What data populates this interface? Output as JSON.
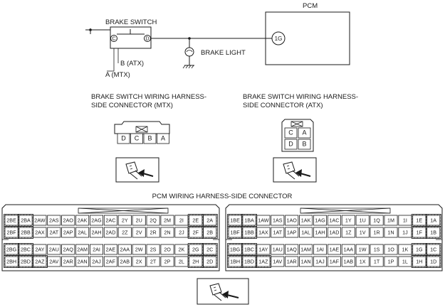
{
  "schematic": {
    "brake_switch_label": "BRAKE SWITCH",
    "pcm_label": "PCM",
    "pcm_terminal": "1G",
    "brake_light_label": "BRAKE LIGHT",
    "terminal_b_label": "B (ATX)",
    "terminal_a_label": "A (MTX)",
    "terminal_c": "C",
    "terminal_d": "D"
  },
  "mtx_connector": {
    "title_line1": "BRAKE SWITCH WIRING HARNESS-",
    "title_line2": "SIDE CONNECTOR (MTX)",
    "pins": [
      "D",
      "C",
      "B",
      "A"
    ]
  },
  "atx_connector": {
    "title_line1": "BRAKE SWITCH WIRING HARNESS-",
    "title_line2": "SIDE CONNECTOR (ATX)",
    "rows": [
      [
        "C",
        "A"
      ],
      [
        "D",
        "B"
      ]
    ]
  },
  "pcm_connector": {
    "title": "PCM WIRING HARNESS-SIDE CONNECTOR",
    "left_top_rows": [
      [
        "2BE",
        "2BA",
        "2AW",
        "2AS",
        "2AO",
        "2AK",
        "2AG",
        "2AC",
        "2Y",
        "2U",
        "2Q",
        "2M",
        "2I",
        "2E",
        "2A"
      ],
      [
        "2BF",
        "2BB",
        "2AX",
        "2AT",
        "2AP",
        "2AL",
        "2AH",
        "2AD",
        "2Z",
        "2V",
        "2R",
        "2N",
        "2J",
        "2F",
        "2B"
      ]
    ],
    "left_bottom_rows": [
      [
        "2BG",
        "2BC",
        "2AY",
        "2AU",
        "2AQ",
        "2AM",
        "2AI",
        "2AE",
        "2AA",
        "2W",
        "2S",
        "2O",
        "2K",
        "2G",
        "2C"
      ],
      [
        "2BH",
        "2BD",
        "2AZ",
        "2AV",
        "2AR",
        "2AN",
        "2AJ",
        "2AF",
        "2AB",
        "2X",
        "2T",
        "2P",
        "2L",
        "2H",
        "2D"
      ]
    ],
    "right_top_rows": [
      [
        "1BE",
        "1BA",
        "1AW",
        "1AS",
        "1AO",
        "1AK",
        "1AG",
        "1AC",
        "1Y",
        "1U",
        "1Q",
        "1M",
        "1I",
        "1E",
        "1A"
      ],
      [
        "1BF",
        "1BB",
        "1AX",
        "1AT",
        "1AP",
        "1AL",
        "1AH",
        "1AD",
        "1Z",
        "1V",
        "1R",
        "1N",
        "1J",
        "1F",
        "1B"
      ]
    ],
    "right_bottom_rows": [
      [
        "1BG",
        "1BC",
        "1AY",
        "1AU",
        "1AQ",
        "1AM",
        "1AI",
        "1AE",
        "1AA",
        "1W",
        "1S",
        "1O",
        "1K",
        "1G",
        "1C"
      ],
      [
        "1BH",
        "1BD",
        "1AZ",
        "1AV",
        "1AR",
        "1AN",
        "1AJ",
        "1AF",
        "1AB",
        "1X",
        "1T",
        "1P",
        "1L",
        "1H",
        "1D"
      ]
    ]
  }
}
